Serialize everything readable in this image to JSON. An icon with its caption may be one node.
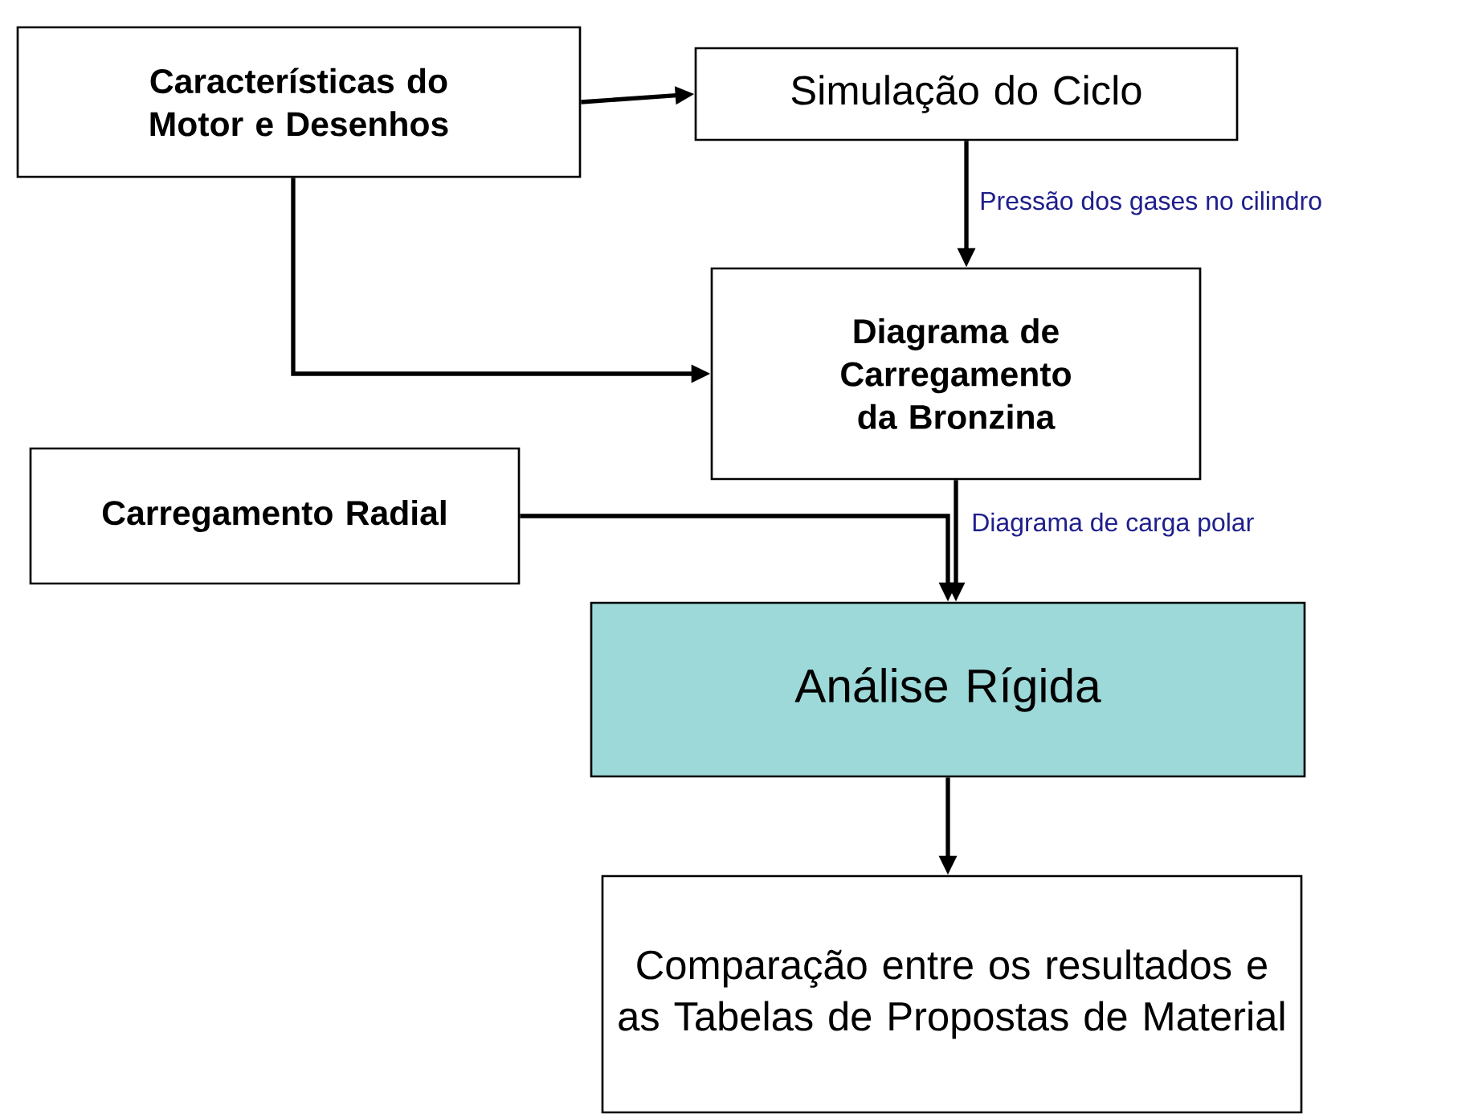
{
  "diagram": {
    "nodes": [
      {
        "text": [
          "Características do Motor e Desenhos"
        ]
      },
      {
        "text": [
          "Simulação do Ciclo"
        ]
      },
      {
        "text": [
          "Diagrama de Carregamento da Bronzina"
        ]
      },
      {
        "text": [
          "Carregamento Radial"
        ]
      },
      {
        "text": [
          "Análise Rígida"
        ]
      },
      {
        "text": [
          "Comparação entre os resultados e as Tabelas de Propostas de Material"
        ]
      }
    ],
    "edges": [
      {
        "from": 0,
        "to": 1,
        "arrow": "to"
      },
      {
        "from": 1,
        "to": 2,
        "arrow": "to",
        "label": "Pressão dos gases no cilindro"
      },
      {
        "from": 0,
        "to": 2,
        "arrow": "to"
      },
      {
        "from": 3,
        "to": 4,
        "arrow": "to"
      },
      {
        "from": 2,
        "to": 4,
        "arrow": "to",
        "label": "Diagrama de carga polar"
      },
      {
        "from": 4,
        "to": 5,
        "arrow": "to"
      }
    ]
  }
}
